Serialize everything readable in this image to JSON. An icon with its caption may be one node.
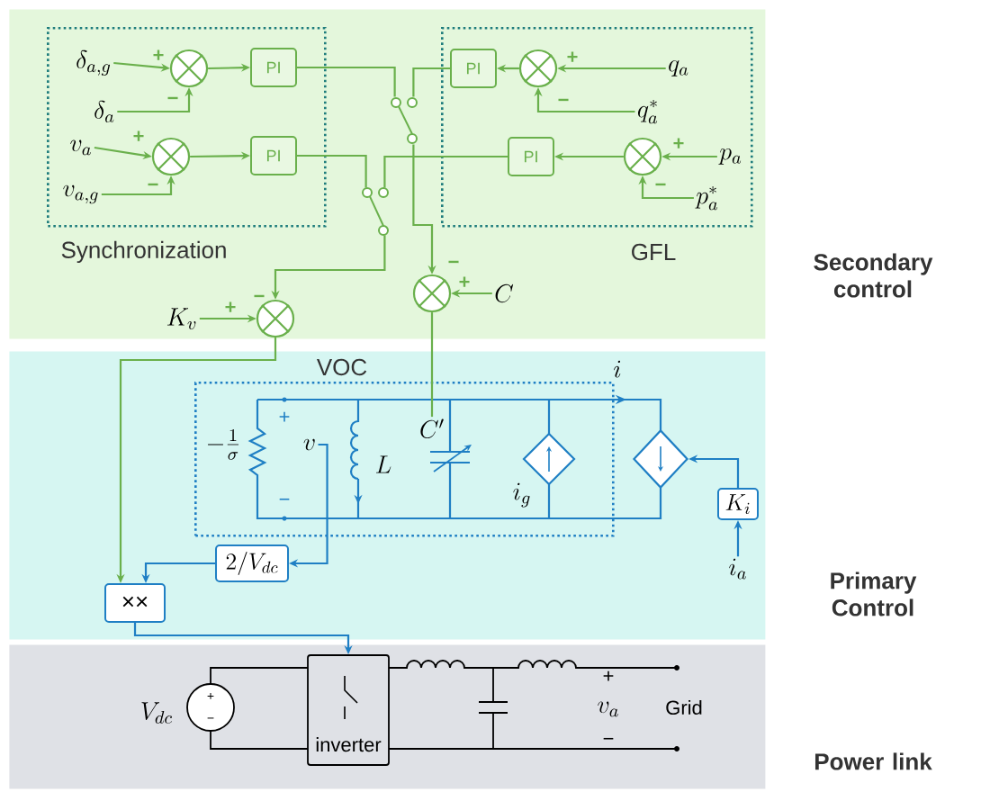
{
  "diagram": {
    "nodes": [
      {
        "text": [
          "Secondary control"
        ]
      },
      {
        "text": [
          "Synchronization"
        ],
        "in": 0
      },
      {
        "text": [],
        "shape": "circle",
        "in": 1
      },
      {
        "text": [
          "PI"
        ],
        "in": 1
      },
      {
        "text": [
          "\\delta_{a,g}"
        ],
        "in": 1
      },
      {
        "text": [
          "\\delta_a"
        ],
        "in": 1
      },
      {
        "text": [],
        "shape": "circle",
        "in": 1
      },
      {
        "text": [
          "PI"
        ],
        "in": 1
      },
      {
        "text": [
          "v_a"
        ],
        "in": 1
      },
      {
        "text": [
          "v_{a,g}"
        ],
        "in": 1
      },
      {
        "text": [
          "GFL"
        ],
        "in": 0
      },
      {
        "text": [
          "PI"
        ],
        "in": 10
      },
      {
        "text": [],
        "shape": "circle",
        "in": 10
      },
      {
        "text": [
          "q_a"
        ],
        "in": 10
      },
      {
        "text": [
          "q_a^*"
        ],
        "in": 10
      },
      {
        "text": [
          "PI"
        ],
        "in": 10
      },
      {
        "text": [],
        "shape": "circle",
        "in": 10
      },
      {
        "text": [
          "p_a"
        ],
        "in": 10
      },
      {
        "text": [
          "p_a^*"
        ],
        "in": 10
      },
      {
        "text": [],
        "shape": "switch",
        "in": 0
      },
      {
        "text": [],
        "shape": "switch",
        "in": 0
      },
      {
        "text": [],
        "shape": "circle",
        "in": 0
      },
      {
        "text": [
          "C"
        ],
        "in": 0
      },
      {
        "text": [],
        "shape": "circle",
        "in": 0
      },
      {
        "text": [
          "K_v"
        ],
        "in": 0
      },
      {
        "text": [
          "Primary Control"
        ]
      },
      {
        "text": [
          "VOC"
        ],
        "in": 25
      },
      {
        "text": [
          "v"
        ],
        "in": 26
      },
      {
        "text": [
          "C'"
        ],
        "in": 26
      },
      {
        "text": [
          "2/V_{dc}"
        ],
        "in": 25
      },
      {
        "text": [
          "××"
        ],
        "in": 25
      },
      {
        "text": [],
        "shape": "diamond",
        "in": 25
      },
      {
        "text": [
          "K_i"
        ],
        "in": 25
      },
      {
        "text": [
          "i_a"
        ],
        "in": 25
      },
      {
        "text": [
          "Power link"
        ]
      },
      {
        "text": [
          "inverter"
        ],
        "in": 34
      }
    ],
    "edges": [
      {
        "from": 4,
        "to": 2,
        "arrow": "to",
        "label": "+"
      },
      {
        "from": 5,
        "to": 2,
        "arrow": "to",
        "label": "−"
      },
      {
        "from": 2,
        "to": 3,
        "arrow": "to"
      },
      {
        "from": 3,
        "to": 19,
        "arrow": "none"
      },
      {
        "from": 8,
        "to": 6,
        "arrow": "to",
        "label": "+"
      },
      {
        "from": 9,
        "to": 6,
        "arrow": "to",
        "label": "−"
      },
      {
        "from": 6,
        "to": 7,
        "arrow": "to"
      },
      {
        "from": 7,
        "to": 20,
        "arrow": "none"
      },
      {
        "from": 13,
        "to": 12,
        "arrow": "to",
        "label": "+"
      },
      {
        "from": 14,
        "to": 12,
        "arrow": "to",
        "label": "−"
      },
      {
        "from": 12,
        "to": 11,
        "arrow": "to"
      },
      {
        "from": 11,
        "to": 19,
        "arrow": "none"
      },
      {
        "from": 17,
        "to": 16,
        "arrow": "to",
        "label": "+"
      },
      {
        "from": 18,
        "to": 16,
        "arrow": "to",
        "label": "−"
      },
      {
        "from": 16,
        "to": 15,
        "arrow": "to"
      },
      {
        "from": 15,
        "to": 20,
        "arrow": "none"
      },
      {
        "from": 19,
        "to": 21,
        "arrow": "to",
        "label": "−"
      },
      {
        "from": 22,
        "to": 21,
        "arrow": "to",
        "label": "+"
      },
      {
        "from": 20,
        "to": 23,
        "arrow": "to",
        "label": "−"
      },
      {
        "from": 24,
        "to": 23,
        "arrow": "to",
        "label": "+"
      },
      {
        "from": 21,
        "to": 28,
        "arrow": "none"
      },
      {
        "from": 23,
        "to": 30,
        "arrow": "to"
      },
      {
        "from": 27,
        "to": 29,
        "arrow": "to",
        "color": "#1f7fc4"
      },
      {
        "from": 29,
        "to": 30,
        "arrow": "to",
        "color": "#1f7fc4"
      },
      {
        "from": 30,
        "to": 35,
        "arrow": "to",
        "color": "#1f7fc4"
      },
      {
        "from": 33,
        "to": 32,
        "arrow": "to",
        "color": "#1f7fc4"
      },
      {
        "from": 32,
        "to": 31,
        "arrow": "to",
        "color": "#1f7fc4"
      }
    ],
    "labels": [
      "-\\frac{1}{\\sigma}",
      "+",
      "−",
      "L",
      "i_g",
      "i",
      "V_{dc}",
      "+",
      "−",
      "+",
      "v_a",
      "−",
      "Grid"
    ]
  }
}
